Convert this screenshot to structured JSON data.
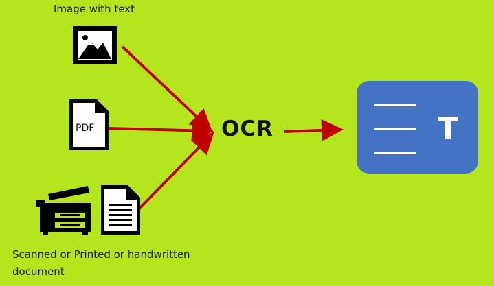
{
  "labels": {
    "image_with_text": "Image with text",
    "scanned_document": "Scanned or Printed or handwritten document",
    "pdf_icon_text": "PDF",
    "ocr": "OCR",
    "output_symbol": "T"
  },
  "colors": {
    "background": "#b5e61d",
    "arrow": "#c00000",
    "output_card": "#4472c4",
    "icon": "#000000"
  },
  "icons": [
    "image-icon",
    "pdf-file-icon",
    "printer-scanner-icon",
    "text-document-icon",
    "text-output-icon"
  ]
}
